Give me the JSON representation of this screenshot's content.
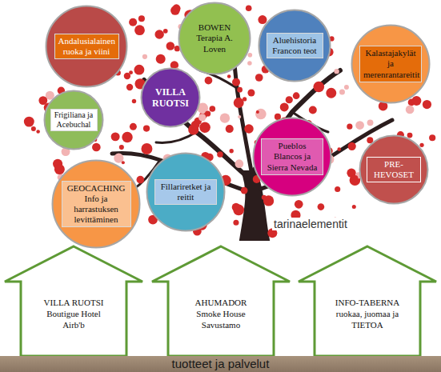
{
  "diagram": {
    "nodes": [
      {
        "text": [
          "Andalusialainen ruoka ja viini"
        ]
      },
      {
        "text": [
          "BOWEN Terapia A. Loven"
        ]
      },
      {
        "text": [
          "Aluehistoria Francon teot"
        ]
      },
      {
        "text": [
          "Kalastajakylät ja merenrantareitit"
        ]
      },
      {
        "text": [
          "Frigiliana ja Acebuchal"
        ]
      },
      {
        "text": [
          "VILLA RUOTSI"
        ]
      },
      {
        "text": [
          "Pueblos Blancos ja Sierra Nevada"
        ]
      },
      {
        "text": [
          "PRE-HEVOSET"
        ]
      },
      {
        "text": [
          "GEOCACHING",
          "Info ja harrastuksen levittäminen"
        ]
      },
      {
        "text": [
          "Fillariretket ja reitit"
        ]
      },
      {
        "text": [
          "VILLA RUOTSI",
          "Boutigue Hotel Airb'b"
        ]
      },
      {
        "text": [
          "AHUMADOR",
          "Smoke House Savustamo"
        ]
      },
      {
        "text": [
          "INFO-TABERNA",
          "ruokaa, juomaa ja TIETOA"
        ]
      },
      {
        "text": [
          "tuotteet ja palvelut"
        ]
      }
    ],
    "labels": [
      "tarinaelementit"
    ]
  }
}
